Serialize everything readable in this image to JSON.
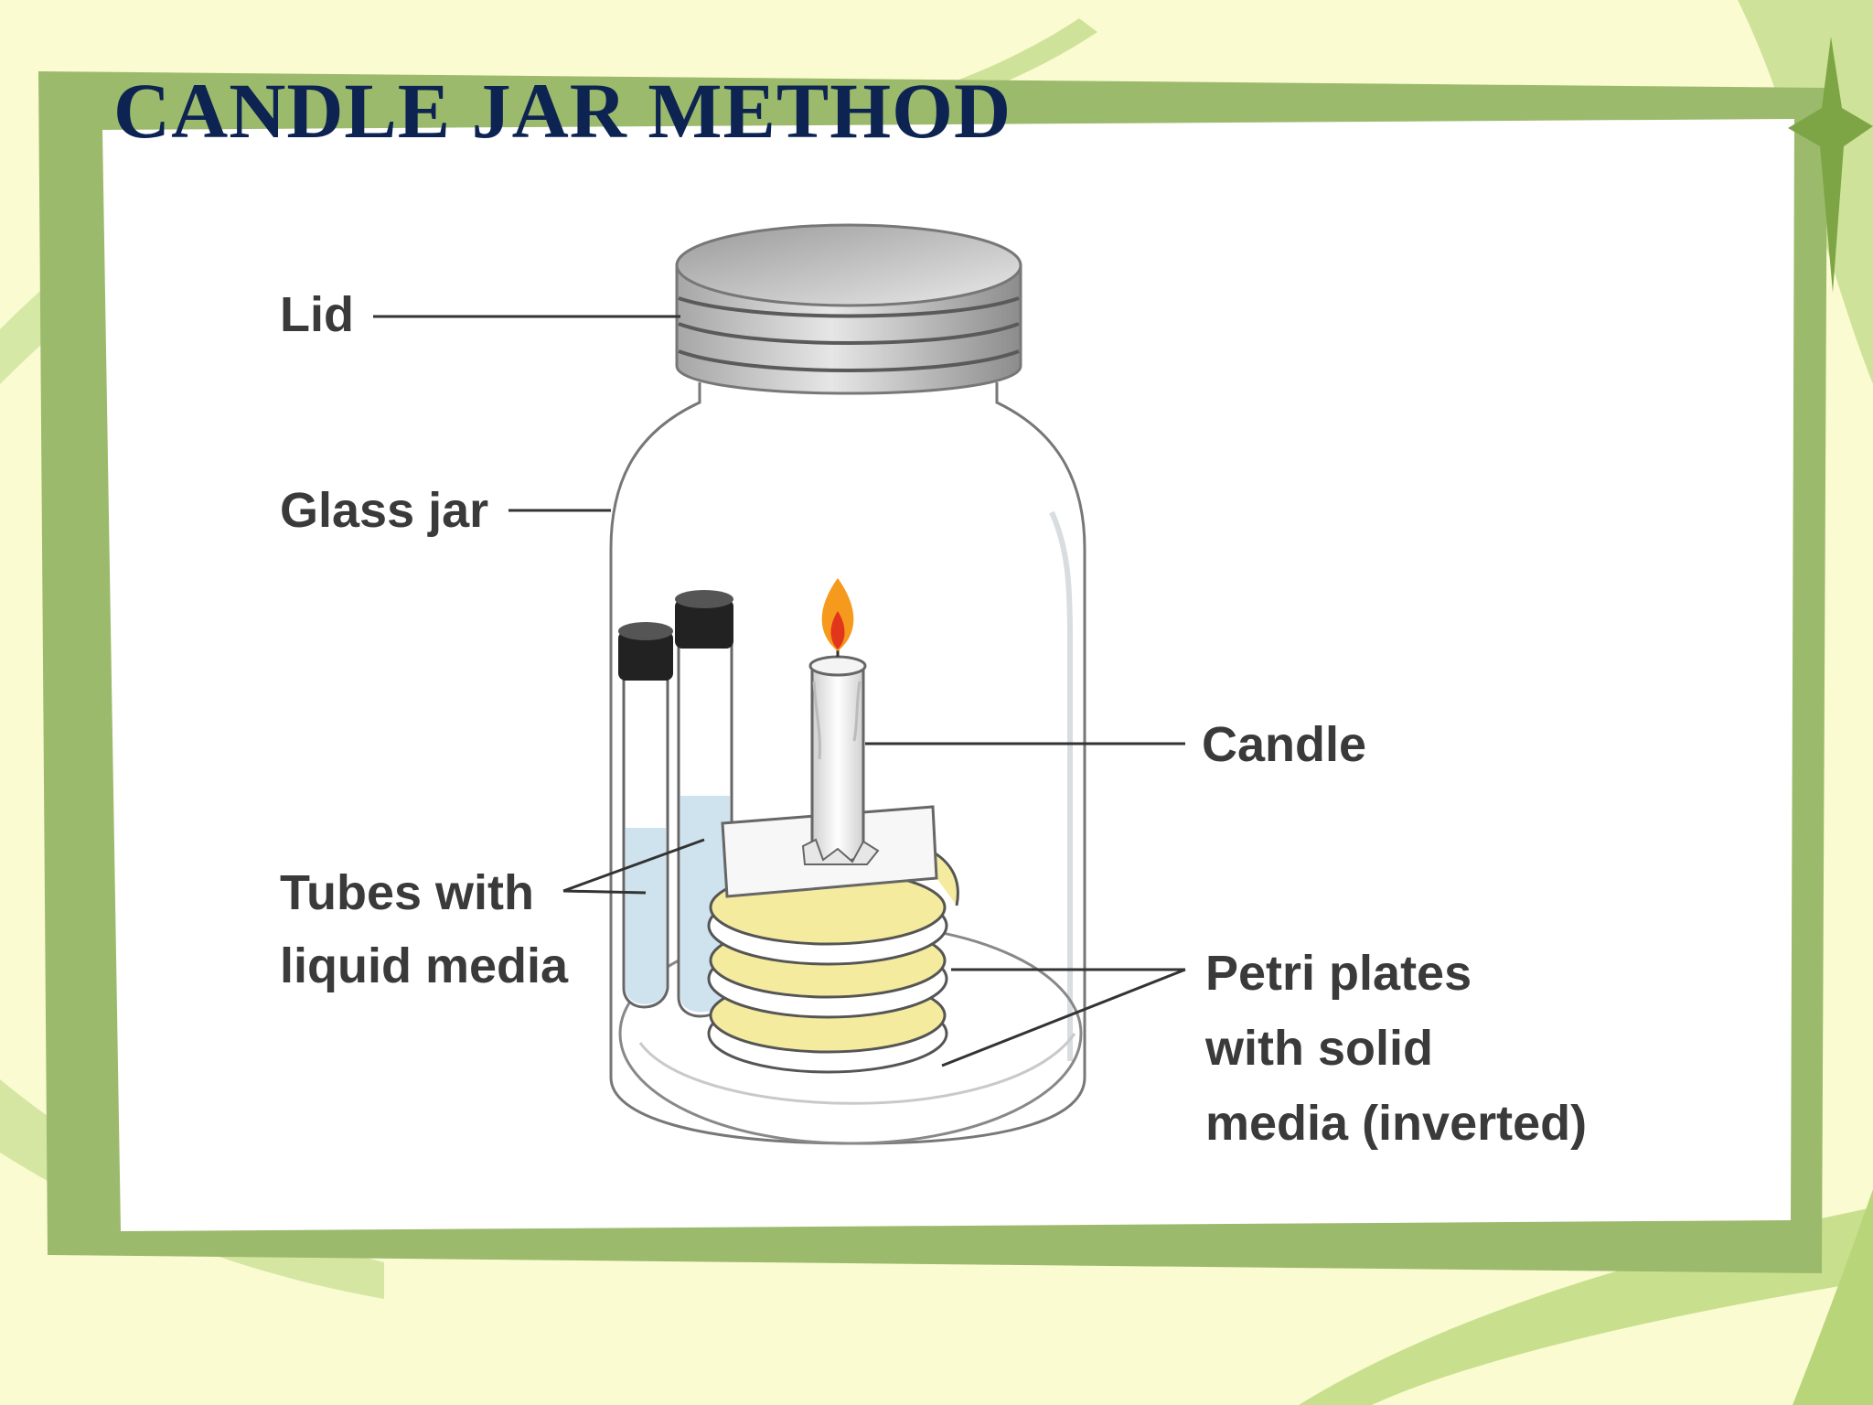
{
  "slide": {
    "title": "CANDLE JAR METHOD"
  },
  "diagram": {
    "labels": {
      "lid": "Lid",
      "glass_jar": "Glass jar",
      "candle": "Candle",
      "tubes_line1": "Tubes with",
      "tubes_line2": "liquid media",
      "petri_line1": "Petri plates",
      "petri_line2": "with solid",
      "petri_line3": "media (inverted)"
    }
  },
  "colors": {
    "background": "#fbfbd2",
    "frame_green": "#9cba6c",
    "title_navy": "#0d2352",
    "media_yellow": "#f5eb9e",
    "liquid_blue": "#cfe3ef",
    "flame_orange": "#f59a1c"
  }
}
